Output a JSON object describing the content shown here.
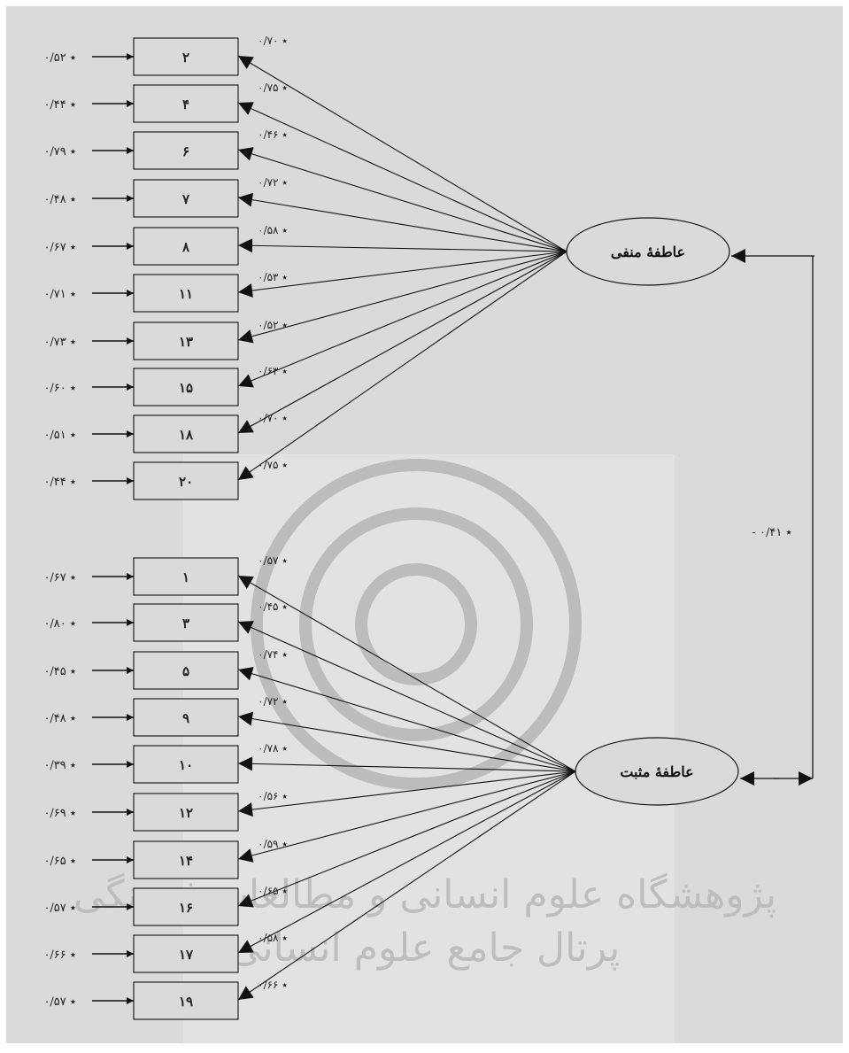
{
  "factors": {
    "negative": {
      "label": "عاطفهٔ منفی"
    },
    "positive": {
      "label": "عاطفهٔ مثبت"
    }
  },
  "correlation": {
    "label": "- ۰/۴۱ ٭"
  },
  "negative_items": [
    {
      "item": "۲",
      "error": "۰/۵۲ ٭",
      "loading": "۰/۷۰ ٭"
    },
    {
      "item": "۴",
      "error": "۰/۴۴ ٭",
      "loading": "۰/۷۵ ٭"
    },
    {
      "item": "۶",
      "error": "۰/۷۹ ٭",
      "loading": "۰/۴۶ ٭"
    },
    {
      "item": "۷",
      "error": "۰/۴۸ ٭",
      "loading": "۰/۷۲ ٭"
    },
    {
      "item": "۸",
      "error": "۰/۶۷ ٭",
      "loading": "۰/۵۸ ٭"
    },
    {
      "item": "۱۱",
      "error": "۰/۷۱ ٭",
      "loading": "۰/۵۳ ٭"
    },
    {
      "item": "۱۳",
      "error": "۰/۷۳ ٭",
      "loading": "۰/۵۲ ٭"
    },
    {
      "item": "۱۵",
      "error": "۰/۶۰ ٭",
      "loading": "۰/۶۳ ٭"
    },
    {
      "item": "۱۸",
      "error": "۰/۵۱ ٭",
      "loading": "۰/۷۰ ٭"
    },
    {
      "item": "۲۰",
      "error": "۰/۴۴ ٭",
      "loading": "۰/۷۵ ٭"
    }
  ],
  "positive_items": [
    {
      "item": "۱",
      "error": "۰/۶۷ ٭",
      "loading": "۰/۵۷ ٭"
    },
    {
      "item": "۳",
      "error": "۰/۸۰ ٭",
      "loading": "۰/۴۵ ٭"
    },
    {
      "item": "۵",
      "error": "۰/۴۵ ٭",
      "loading": "۰/۷۴ ٭"
    },
    {
      "item": "۹",
      "error": "۰/۴۸ ٭",
      "loading": "۰/۷۲ ٭"
    },
    {
      "item": "۱۰",
      "error": "۰/۳۹ ٭",
      "loading": "۰/۷۸ ٭"
    },
    {
      "item": "۱۲",
      "error": "۰/۶۹ ٭",
      "loading": "۰/۵۶ ٭"
    },
    {
      "item": "۱۴",
      "error": "۰/۶۵ ٭",
      "loading": "۰/۵۹ ٭"
    },
    {
      "item": "۱۶",
      "error": "۰/۵۷ ٭",
      "loading": "۰/۶۵ ٭"
    },
    {
      "item": "۱۷",
      "error": "۰/۶۶ ٭",
      "loading": "۰/۵۸ ٭"
    },
    {
      "item": "۱۹",
      "error": "۰/۵۷ ٭",
      "loading": "۰/۶۶ ٭"
    }
  ],
  "watermark": {
    "line1": "پژوهشگاه علوم انسانی و مطالعات فرهنگی",
    "line2": "پرتال جامع علوم انسانی"
  },
  "colors": {
    "background": "#dadada",
    "watermark_panel": "#e2e2e2",
    "ink": "#111111"
  }
}
